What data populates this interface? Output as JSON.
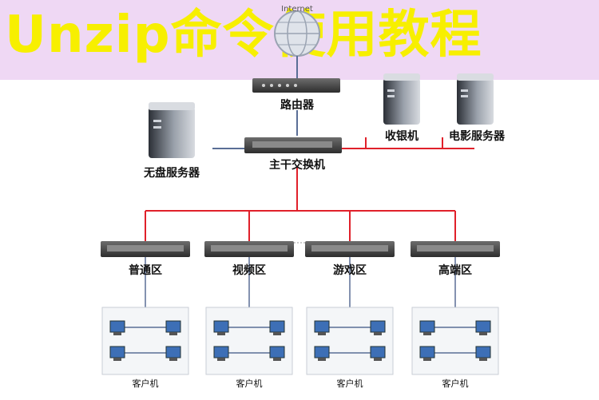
{
  "banner": {
    "title": "Unzip命令使用教程"
  },
  "diagram": {
    "internet": "Internet",
    "router": "路由器",
    "cash_server": "收银机",
    "movie_server": "电影服务器",
    "diskless_server": "无盘服务器",
    "core_switch": "主干交换机",
    "zones": [
      "普通区",
      "视频区",
      "游戏区",
      "高端区"
    ],
    "client_label": "客户机"
  },
  "colors": {
    "banner_bg": "#efd8f4",
    "banner_text": "#f7ef00",
    "red_line": "#e0202a",
    "blue_line": "#5a6e96"
  }
}
